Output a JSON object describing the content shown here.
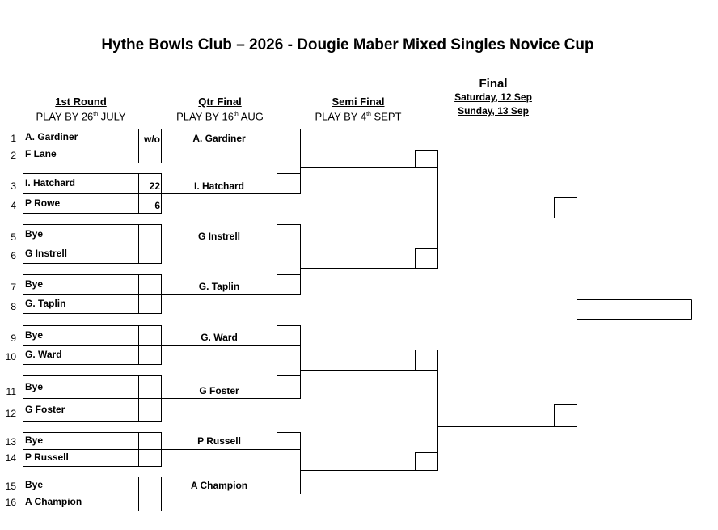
{
  "title": "Hythe Bowls Club – 2026 - Dougie Maber Mixed Singles Novice Cup",
  "rounds": {
    "r1": {
      "name": "1st Round",
      "deadline_pre": "PLAY BY 26",
      "deadline_sup": "th",
      "deadline_post": " JULY"
    },
    "qf": {
      "name": "Qtr Final",
      "deadline_pre": "PLAY BY 16",
      "deadline_sup": "th",
      "deadline_post": " AUG"
    },
    "sf": {
      "name": "Semi Final",
      "deadline_pre": "PLAY BY 4",
      "deadline_sup": "th",
      "deadline_post": " SEPT"
    },
    "final": {
      "name": "Final",
      "date1": "Saturday, 12 Sep ",
      "date2": "Sunday, 13 Sep "
    }
  },
  "first_round": [
    {
      "num": "1",
      "name": "A. Gardiner",
      "score": "w/o"
    },
    {
      "num": "2",
      "name": "F Lane",
      "score": ""
    },
    {
      "num": "3",
      "name": "I. Hatchard",
      "score": "22"
    },
    {
      "num": "4",
      "name": "P Rowe",
      "score": "6"
    },
    {
      "num": "5",
      "name": "Bye",
      "score": ""
    },
    {
      "num": "6",
      "name": "G Instrell",
      "score": ""
    },
    {
      "num": "7",
      "name": "Bye",
      "score": ""
    },
    {
      "num": "8",
      "name": "G. Taplin",
      "score": ""
    },
    {
      "num": "9",
      "name": "Bye",
      "score": ""
    },
    {
      "num": "10",
      "name": "G. Ward",
      "score": ""
    },
    {
      "num": "11",
      "name": "Bye",
      "score": ""
    },
    {
      "num": "12",
      "name": "G Foster",
      "score": ""
    },
    {
      "num": "13",
      "name": "Bye",
      "score": ""
    },
    {
      "num": "14",
      "name": "P Russell",
      "score": ""
    },
    {
      "num": "15",
      "name": "Bye",
      "score": ""
    },
    {
      "num": "16",
      "name": "A Champion",
      "score": ""
    }
  ],
  "quarter_finals": [
    {
      "name": "A. Gardiner"
    },
    {
      "name": "I. Hatchard"
    },
    {
      "name": "G Instrell"
    },
    {
      "name": "G. Taplin"
    },
    {
      "name": "G. Ward"
    },
    {
      "name": "G Foster"
    },
    {
      "name": "P Russell"
    },
    {
      "name": "A Champion"
    }
  ]
}
